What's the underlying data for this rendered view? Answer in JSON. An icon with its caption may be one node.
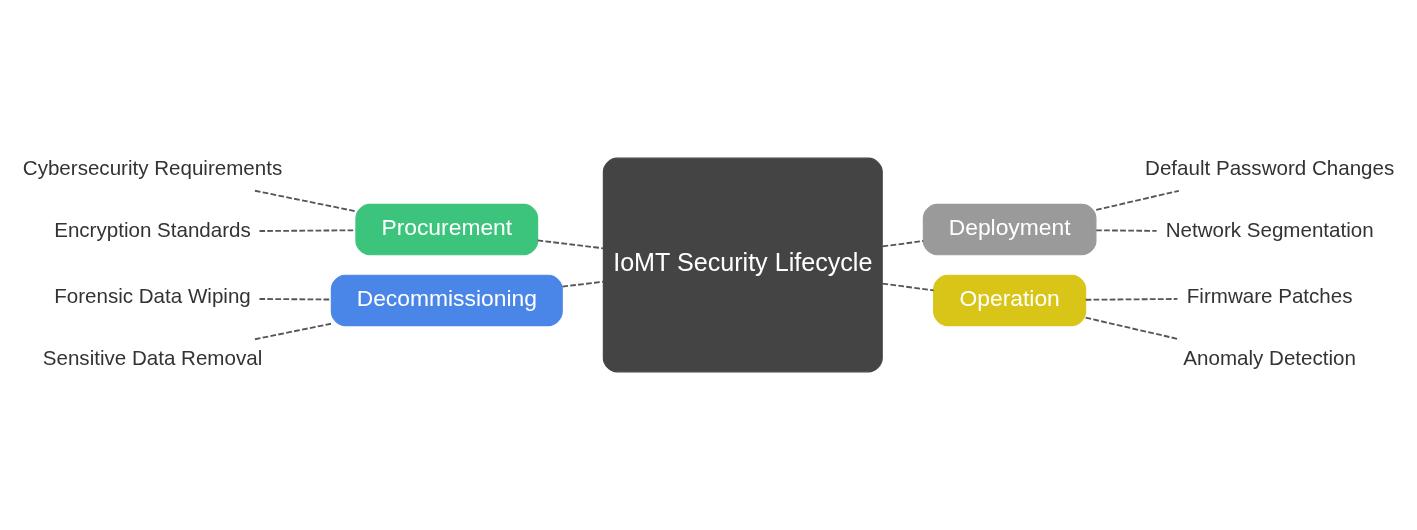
{
  "diagram": {
    "nodes": [
      {
        "text": [
          "IoMT Security Lifecycle"
        ]
      },
      {
        "text": [
          "Procurement"
        ]
      },
      {
        "text": [
          "Cybersecurity Requirements"
        ]
      },
      {
        "text": [
          "Encryption Standards"
        ]
      },
      {
        "text": [
          "Deployment"
        ]
      },
      {
        "text": [
          "Default Password Changes"
        ]
      },
      {
        "text": [
          "Network Segmentation"
        ]
      },
      {
        "text": [
          "Decommissioning"
        ]
      },
      {
        "text": [
          "Forensic Data Wiping"
        ]
      },
      {
        "text": [
          "Sensitive Data Removal"
        ]
      },
      {
        "text": [
          "Operation"
        ]
      },
      {
        "text": [
          "Firmware Patches"
        ]
      },
      {
        "text": [
          "Anomaly Detection"
        ]
      }
    ],
    "edges": [
      {
        "from": 1,
        "to": 0,
        "arrow": "none",
        "style": "dashed"
      },
      {
        "from": 2,
        "to": 1,
        "arrow": "none",
        "style": "dashed"
      },
      {
        "from": 3,
        "to": 1,
        "arrow": "none",
        "style": "dashed"
      },
      {
        "from": 0,
        "to": 4,
        "arrow": "none",
        "style": "dashed"
      },
      {
        "from": 4,
        "to": 5,
        "arrow": "none",
        "style": "dashed"
      },
      {
        "from": 4,
        "to": 6,
        "arrow": "none",
        "style": "dashed"
      },
      {
        "from": 7,
        "to": 0,
        "arrow": "none",
        "style": "dashed"
      },
      {
        "from": 8,
        "to": 7,
        "arrow": "none",
        "style": "dashed"
      },
      {
        "from": 9,
        "to": 7,
        "arrow": "none",
        "style": "dashed"
      },
      {
        "from": 0,
        "to": 10,
        "arrow": "none",
        "style": "dashed"
      },
      {
        "from": 10,
        "to": 11,
        "arrow": "none",
        "style": "dashed"
      },
      {
        "from": 10,
        "to": 12,
        "arrow": "none",
        "style": "dashed"
      }
    ]
  }
}
